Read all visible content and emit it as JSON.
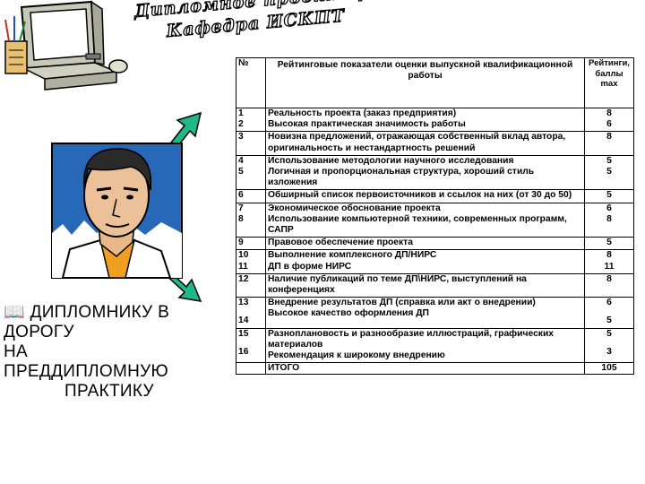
{
  "header": {
    "line1": "Дипломное проектирование",
    "line2": "Кафедра ИСКПТ"
  },
  "left_text": {
    "line1": "ДИПЛОМНИКУ В",
    "line2": "ДОРОГУ",
    "line3": "НА",
    "line4": "ПРЕДДИПЛОМНУЮ",
    "line5": "ПРАКТИКУ"
  },
  "table": {
    "headers": {
      "num": "№",
      "indicator": "Рейтинговые показатели оценки выпускной квалификационной работы",
      "points": "Рейтинги, баллы max"
    },
    "rows": [
      {
        "num": "1",
        "text": "Реальность проекта (заказ предприятия)",
        "points": "8"
      },
      {
        "num": "2",
        "text": "Высокая практическая значимость работы",
        "points": "6"
      },
      {
        "num": "3",
        "text": "Новизна предложений, отражающая собственный вклад автора, оригинальность и нестандартность решений",
        "points": "8"
      },
      {
        "num": "4",
        "text": "Использование методологии научного исследования",
        "points": "5"
      },
      {
        "num": "5",
        "text": "Логичная и пропорциональная структура, хороший стиль изложения",
        "points": "5"
      },
      {
        "num": "6",
        "text": "Обширный список первоисточников и ссылок на них (от 30 до 50)",
        "points": "5"
      },
      {
        "num": "7",
        "text": "Экономическое обоснование проекта",
        "points": "6"
      },
      {
        "num": "8",
        "text": "Использование компьютерной техники, современных программ, САПР",
        "points": "8"
      },
      {
        "num": "9",
        "text": "Правовое обеспечение проекта",
        "points": "5"
      },
      {
        "num": "10",
        "text": "Выполнение комплексного ДП/НИРС",
        "points": "8"
      },
      {
        "num": "11",
        "text": "ДП в форме НИРС",
        "points": "11"
      },
      {
        "num": "12",
        "text": "Наличие публикаций по теме ДП\\НИРС, выступлений на конференциях",
        "points": "8"
      },
      {
        "num": "13",
        "text": "Внедрение результатов ДП (справка или акт о внедрении)",
        "points": "6"
      },
      {
        "num": "14",
        "text": "Высокое качество оформления ДП",
        "points": "5"
      },
      {
        "num": "15",
        "text": "Разноплановость и разнообразие иллюстраций, графических материалов",
        "points": "5"
      },
      {
        "num": "16",
        "text": "Рекомендация к широкому внедрению",
        "points": "3"
      }
    ],
    "total": {
      "label": "ИТОГО",
      "points": "105"
    }
  }
}
